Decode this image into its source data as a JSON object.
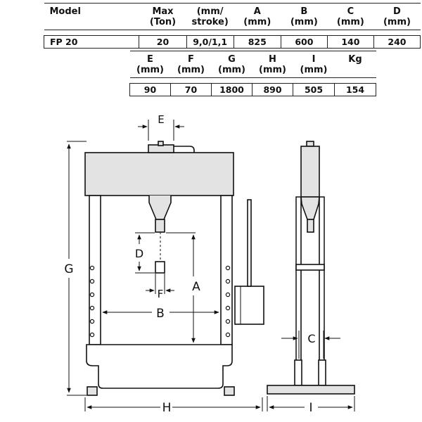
{
  "table_top": {
    "headers": [
      {
        "line1": "Model",
        "line2": ""
      },
      {
        "line1": "Max",
        "line2": "(Ton)"
      },
      {
        "line1": "(mm/",
        "line2": "stroke)"
      },
      {
        "line1": "A",
        "line2": "(mm)"
      },
      {
        "line1": "B",
        "line2": "(mm)"
      },
      {
        "line1": "C",
        "line2": "(mm)"
      },
      {
        "line1": "D",
        "line2": "(mm)"
      }
    ],
    "values": [
      "FP 20",
      "20",
      "9,0/1,1",
      "825",
      "600",
      "140",
      "240"
    ]
  },
  "table_bottom": {
    "headers": [
      {
        "line1": "E",
        "line2": "(mm)"
      },
      {
        "line1": "F",
        "line2": "(mm)"
      },
      {
        "line1": "G",
        "line2": "(mm)"
      },
      {
        "line1": "H",
        "line2": "(mm)"
      },
      {
        "line1": "I",
        "line2": "(mm)"
      },
      {
        "line1": "Kg",
        "line2": ""
      }
    ],
    "values": [
      "90",
      "70",
      "1800",
      "890",
      "505",
      "154"
    ]
  },
  "dimensions": {
    "A": "A",
    "B": "B",
    "C": "C",
    "D": "D",
    "E": "E",
    "F": "F",
    "G": "G",
    "H": "H",
    "I": "I"
  }
}
